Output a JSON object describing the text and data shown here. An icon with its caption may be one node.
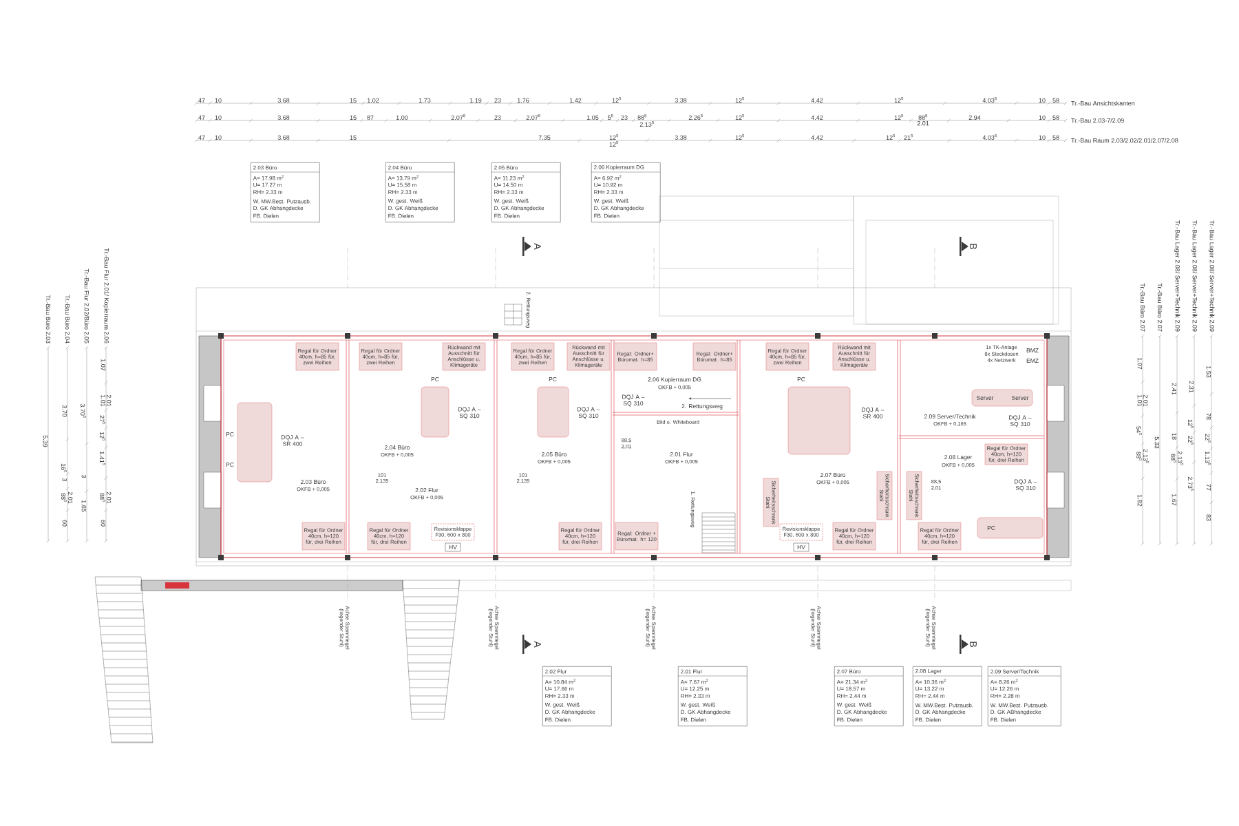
{
  "diagram": {
    "nodes": [
      {
        "text": [
          "2.03 Büro",
          "A= 17.98 m$^{2}$",
          "U= 17.27 m",
          "RH= 2.33 m",
          "W. MW.Best. Putzausb.",
          "D. GK Abhangdecke",
          "FB. Dielen"
        ]
      },
      {
        "text": [
          "2.04 Büro",
          "A= 13.79 m$^{2}$",
          "U= 15.58 m",
          "RH= 2.33 m",
          "W. gest. Weiß",
          "D. GK Abhangdecke",
          "FB. Dielen"
        ]
      },
      {
        "text": [
          "2.05 Büro",
          "A= 11.23 m$^{2}$",
          "U= 14.50 m",
          "RH= 2.33 m",
          "W. gest. Weiß",
          "D. GK Abhangdecke",
          "FB. Dielen"
        ]
      },
      {
        "text": [
          "2.06 Kopierraum DG",
          "A= 6.92 m$^{2}$",
          "U= 10.92 m",
          "RH= 2.33 m",
          "W. gest. Weiß",
          "D. GK Abhangdecke",
          "FB. Dielen"
        ]
      },
      {
        "text": [
          "2.02 Flur",
          "A= 10.84 m$^{2}$",
          "U= 17.66 m",
          "RH= 2.33 m",
          "W. gest. Weiß",
          "D. GK Abhangdecke",
          "FB. Dielen"
        ]
      },
      {
        "text": [
          "2.01 Flur",
          "A= 7.67 m$^{2}$",
          "U= 12.25 m",
          "RH= 2.33 m",
          "W. gest. Weiß",
          "D. GK Abhangdecke",
          "FB. Dielen"
        ]
      },
      {
        "text": [
          "2.07 Büro",
          "A= 21.34 m$^{2}$",
          "U= 18.57 m",
          "RH= 2.44 m",
          "W. gest. Weiß",
          "D. GK Abhangdecke",
          "FB. Dielen"
        ]
      },
      {
        "text": [
          "2.08 Lager",
          "A= 10.36 m$^{2}$",
          "U= 13.22 m",
          "RH= 2.44 m",
          "W. MW.Best. Putzausb.",
          "D. GK Abhangdecke",
          "FB. Dielen"
        ]
      },
      {
        "text": [
          "2.09 Server/Technik",
          "A= 8.26 m$^{2}$",
          "U= 12.26 m",
          "RH= 2.28 m",
          "W. MW.Best. Putzausb.",
          "D. GK ABhangdecke",
          "FB. Dielen"
        ]
      }
    ],
    "labels": [
      "47",
      "10",
      "3.68",
      "15",
      "1.02",
      "1.73",
      "1.19",
      "23",
      "1.76",
      "1.42",
      "12$^{5}$",
      "3.38",
      "12$^{5}$",
      "4.42",
      "12$^{5}$",
      "4.03$^{5}$",
      "10",
      "58",
      "Tr.-Bau Ansichtskanten",
      "47",
      "10",
      "3.68",
      "15",
      "87",
      "1.00",
      "2.07$^{5}$",
      "23",
      "2.07$^{5}$",
      "1.05",
      "5$^{5}$",
      "23",
      "88$^{5}$",
      "2.13$^{5}$",
      "2.26$^{5}$",
      "12$^{5}$",
      "4.42",
      "12$^{5}$",
      "88$^{5}$",
      "2.01",
      "2.94",
      "10",
      "58",
      "Tr.-Bau 2.03-7/2.09",
      "47",
      "10",
      "3.68",
      "15",
      "7.35",
      "12$^{5}$",
      "12$^{5}$",
      "3.38",
      "12$^{5}$",
      "4.42",
      "12$^{5}$",
      "21$^{5}$",
      "4.03$^{5}$",
      "10",
      "58",
      "Tr.-Bau Raum 2.03/2.02/2.01/2.07/2.08",
      "5.39",
      "Tr.-Bau Büro 2.03",
      "3.70",
      "16$^{5}$",
      "3",
      "88$^{5}$",
      "2.01",
      "60",
      "Tr.-Bau Büro 2.04",
      "3.70$^{5}$",
      "3",
      "1.65",
      "Tr.-Bau Flur 2.02/Büro 2.05",
      "1.07",
      "1.01",
      "2.01",
      "27$^{5}$",
      "12$^{5}$",
      "1.41$^{5}$",
      "88$^{5}$",
      "2.01",
      "60",
      "Tr.-Bau Flur 2.01/ Kopierraum 2.06",
      "1.07",
      "1.01",
      "2.01",
      "54$^{5}$",
      "88$^{5}$",
      "2.13$^{5}$",
      "1.82",
      "Tr.-Bau Büro 2.07",
      "5.33",
      "Tr.-Bau Büro 2.07",
      "2.41",
      "18",
      "88$^{5}$",
      "2.13$^{5}$",
      "1.67",
      "Tr.-Bau Lager 2.08/ Server+Technik 2.09",
      "2.31",
      "12$^{5}$",
      "22$^{5}$",
      "2.73$^{5}$",
      "Tr.-Bau Lager 2.08/ Server+Technik 2.09",
      "1.53",
      "78",
      "22$^{5}$",
      "1.13$^{5}$",
      "77",
      "83",
      "Tr.-Bau Lager 2.08/ Server+Technik 2.09",
      "A",
      "B",
      "2. Rettungsweg",
      "Regal für Ordner 40cm, h=85 für, zwei Reihen",
      "Regal für Ordner 40cm, h=85 für, zwei Reihen",
      "Rückwand mit Ausschnitt für Anschlüsse u. Klimageräte",
      "Regal für Ordner 40cm, h=85 für, zwei Reihen",
      "Rückwand mit Ausschnitt für Anschlüsse u. Klimageräte",
      "Regal: Ordner+ Büromat. h=85",
      "Regal: Ordner+ Büromat. h=85",
      "Regal für Ordner 40cm, h=85 für, zwei Reihen",
      "Rückwand mit Ausschnitt für Anschlüsse u. Klimageräte",
      "1x TK-Anlage",
      "8x Steckdosen",
      "4x Netzwerk",
      "BMZ",
      "EMZ",
      "PC",
      "PC",
      "PC",
      "PC",
      "PC",
      "PC",
      "DQJ A – SR 400",
      "2.03 Büro",
      "OKFB + 0,005",
      "2.04 Büro",
      "OKFB + 0,005",
      "DQJ A – SQ 310",
      "101",
      "2,135",
      "2.02 Flur",
      "OKFB + 0,005",
      "DQJ A – SQ 310",
      "2.05 Büro",
      "OKFB + 0,005",
      "101",
      "2,135",
      "2.06 Kopierraum DG",
      "OKFB + 0,005",
      "DQJ A – SQ 310",
      "2. Rettungsweg",
      "88,5",
      "2,01",
      "Bild o. Whiteboard",
      "2.01 Flur",
      "OKFB + 0,005",
      "1. Rettungsweg",
      "DQJ A – SR 400",
      "2.07 Büro",
      "OKFB + 0,005",
      "88,5",
      "2,01",
      "Server",
      "Server",
      "DQJ A – SQ 310",
      "2.09 Server/Technik",
      "OKFB + 0,165",
      "Regal für Ordner 40cm, h=120 für, drei Reihen",
      "2.08 Lager",
      "OKFB + 0,005",
      "DQJ A – SQ 310",
      "Sicherheitsschrank Stahl",
      "Sicherheitsschrank Stahl",
      "Sicherheitsschrank Stahl",
      "Regal für Ordner 40cm, h=120 für, drei Reihen",
      "Regal für Ordner 40cm, h=120 für, drei Reihen",
      "Revisionsklappe F30, 600 x 800",
      "Regal für Ordner 40cm, h=120 für, drei Reihen",
      "Regal: Ordner + Büromat. h= 120",
      "Revisionsklappe F30, 600 x 800",
      "Regal für Ordner 40cm, h=120 für, drei Reihen",
      "Regal für Ordner 40cm, h=120 für, drei Reihen",
      "HV",
      "HV",
      "Achse Spannriegel (liegender Stuhl)",
      "Achse Spannriegel (liegender Stuhl)",
      "Achse Spannriegel (liegender Stuhl)",
      "Achse Spannriegel (liegender Stuhl)",
      "Achse Spannriegel (liegender Stuhl)",
      "A",
      "B"
    ]
  }
}
